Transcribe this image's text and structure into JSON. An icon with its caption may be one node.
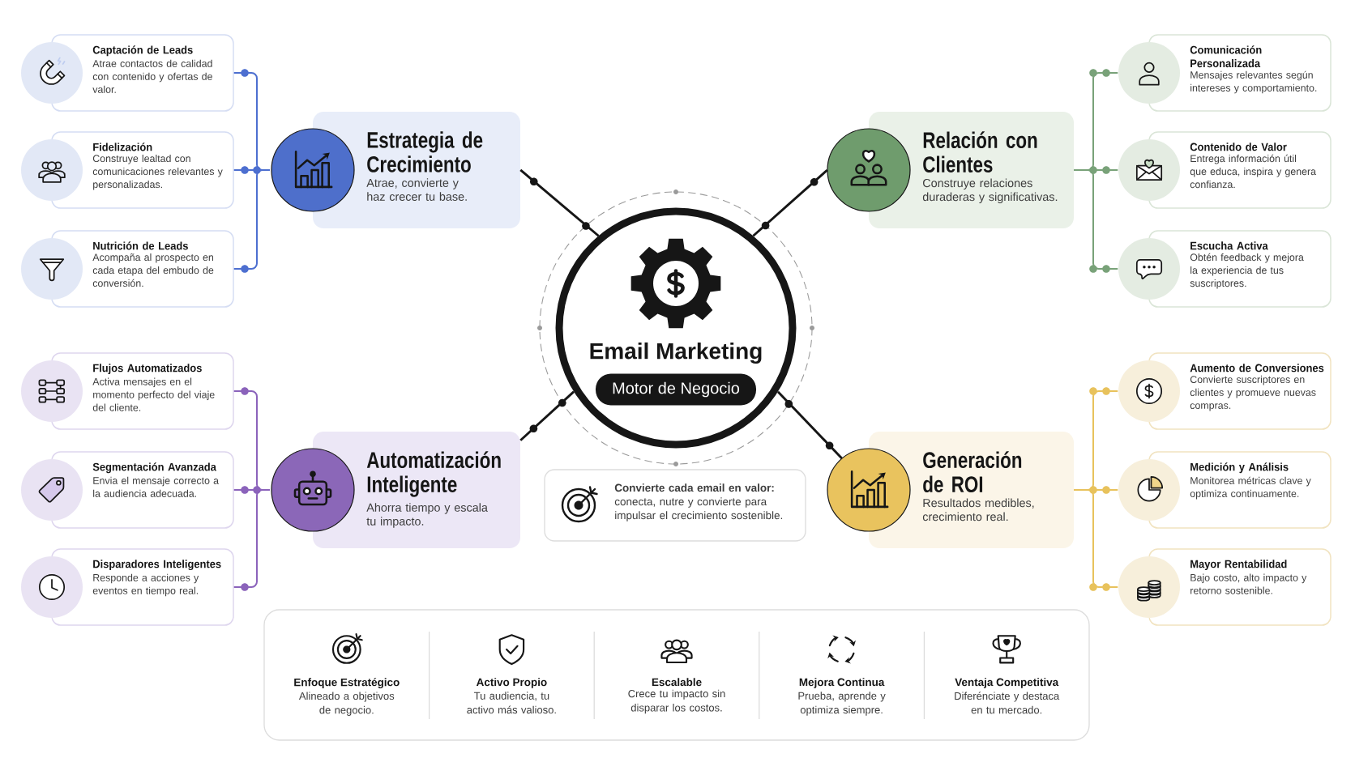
{
  "diagram": {
    "nodes": [
      {
        "text": [
          "Email Marketing"
        ]
      },
      {
        "text": [
          "Motor de Negocio"
        ],
        "in": 0
      },
      {
        "text": [
          "Estrategia de Crecimiento",
          "Atrae, convierte y haz crecer tu base."
        ]
      },
      {
        "text": [
          "Captación de Leads",
          "Atrae contactos de calidad con contenido y ofertas de valor."
        ]
      },
      {
        "text": [
          "Fidelización",
          "Construye lealtad con comunicaciones relevantes y personalizadas."
        ]
      },
      {
        "text": [
          "Nutrición de Leads",
          "Acompaña al prospecto en cada etapa del embudo de conversión."
        ]
      },
      {
        "text": [
          "Relación con Clientes",
          "Construye relaciones duraderas y significativas."
        ]
      },
      {
        "text": [
          "Comunicación Personalizada",
          "Mensajes relevantes según intereses y comportamiento."
        ]
      },
      {
        "text": [
          "Contenido de Valor",
          "Entrega información útil que educa, inspira y genera confianza."
        ]
      },
      {
        "text": [
          "Escucha Activa",
          "Obtén feedback y mejora la experiencia de tus suscriptores."
        ]
      },
      {
        "text": [
          "Automatización Inteligente",
          "Ahorra tiempo y escala tu impacto."
        ]
      },
      {
        "text": [
          "Flujos Automatizados",
          "Activa mensajes en el momento perfecto del viaje del cliente."
        ]
      },
      {
        "text": [
          "Segmentación Avanzada",
          "Envia el mensaje correcto a la audiencia adecuada."
        ]
      },
      {
        "text": [
          "Disparadores Inteligentes",
          "Responde a acciones y eventos en tiempo real."
        ]
      },
      {
        "text": [
          "Generación de ROI",
          "Resultados medibles, crecimiento real."
        ]
      },
      {
        "text": [
          "Aumento de Conversiones",
          "Convierte suscriptores en clientes y promueve nuevas compras."
        ]
      },
      {
        "text": [
          "Medición y Análisis",
          "Monitorea métricas clave y optimiza continuamente."
        ]
      },
      {
        "text": [
          "Mayor Rentabilidad",
          "Bajo costo, alto impacto y retorno sostenible."
        ]
      },
      {
        "text": [
          "**Convierte cada email en valor:** conecta, nutre y convierte para impulsar el crecimiento sostenible."
        ]
      },
      {
        "text": [],
        "shape": "box"
      },
      {
        "text": [
          "Enfoque Estratégico",
          "Alineado a objetivos de negocio."
        ],
        "in": 19
      },
      {
        "text": [
          "Activo Propio",
          "Tu audiencia, tu activo más valioso."
        ],
        "in": 19
      },
      {
        "text": [
          "Escalable",
          "Crece tu impacto sin disparar los costos."
        ],
        "in": 19
      },
      {
        "text": [
          "Mejora Continua",
          "Prueba, aprende y optimiza siempre."
        ],
        "in": 19
      },
      {
        "text": [
          "Ventaja Competitiva",
          "Diferénciate y destaca en tu mercado."
        ],
        "in": 19
      }
    ],
    "edges": [
      {
        "from": 0,
        "to": 2,
        "arrow": "none"
      },
      {
        "from": 0,
        "to": 6,
        "arrow": "none"
      },
      {
        "from": 0,
        "to": 10,
        "arrow": "none"
      },
      {
        "from": 0,
        "to": 14,
        "arrow": "none"
      },
      {
        "from": 2,
        "to": 3,
        "arrow": "none",
        "color": "#4d6fd0"
      },
      {
        "from": 2,
        "to": 4,
        "arrow": "none",
        "color": "#4d6fd0"
      },
      {
        "from": 2,
        "to": 5,
        "arrow": "none",
        "color": "#4d6fd0"
      },
      {
        "from": 6,
        "to": 7,
        "arrow": "none",
        "color": "#79a279"
      },
      {
        "from": 6,
        "to": 8,
        "arrow": "none",
        "color": "#79a279"
      },
      {
        "from": 6,
        "to": 9,
        "arrow": "none",
        "color": "#79a279"
      },
      {
        "from": 10,
        "to": 11,
        "arrow": "none",
        "color": "#8b63bb"
      },
      {
        "from": 10,
        "to": 12,
        "arrow": "none",
        "color": "#8b63bb"
      },
      {
        "from": 10,
        "to": 13,
        "arrow": "none",
        "color": "#8b63bb"
      },
      {
        "from": 14,
        "to": 15,
        "arrow": "none",
        "color": "#e8c25c"
      },
      {
        "from": 14,
        "to": 16,
        "arrow": "none",
        "color": "#e8c25c"
      },
      {
        "from": 14,
        "to": 17,
        "arrow": "none",
        "color": "#e8c25c"
      }
    ]
  }
}
